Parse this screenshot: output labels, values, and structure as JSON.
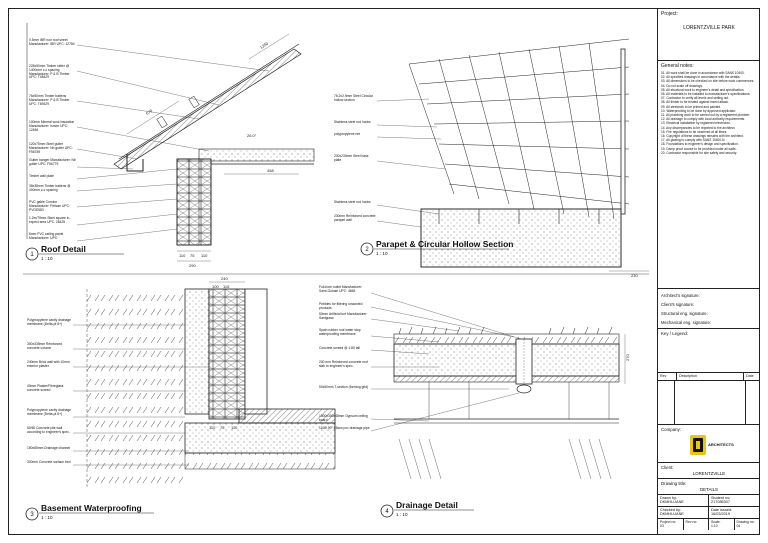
{
  "views": [
    {
      "num": "1",
      "title": "Roof Detail",
      "scale": "1 : 10"
    },
    {
      "num": "2",
      "title": "Parapet & Circular Hollow Section",
      "scale": "1 : 10"
    },
    {
      "num": "3",
      "title": "Basement Waterproofing",
      "scale": "1 : 10"
    },
    {
      "num": "4",
      "title": "Drainage Detail",
      "scale": "1 : 10"
    }
  ],
  "roof_labels": [
    "0.5mm IBR iron roof sheet Manufacturer: IBR UPC: 12784",
    "228x50mm Timber rafter @ 1400mm c-c spacing Manufacturer: P & B Timber UPC: T48429",
    "76x50mm Timber battens Manufacturer: P & B Timber UPC: T69429",
    "100mm Mineral wool insulation Manufacturer: Isover UPC: 12456",
    "120x75mm Steel gutter Manufacturer: Nb gutter UPC: F56789",
    "Gutter hanger Manufacturer: Nb gutter UPC: F56779",
    "Timber wall plate",
    "38x38mm Timber battens @ 400mm c-c spacing",
    "PVC gable Cornice Manufacturer: Pelican UPC: PVGE583",
    "1.2m/75mm Steel square in-expect area UPC: 28425",
    "6mm PVC ceiling panel Manufacturer: UPC:"
  ],
  "roof_dims": [
    "1250",
    "670",
    "26.0°",
    "458",
    "290",
    "110",
    "75",
    "110"
  ],
  "parapet_labels": [
    "76.2x2.9mm Steel Circular hollow section",
    "Stainless steel rod hooks",
    "polypropylene net",
    "230x230mm Steel base plate",
    "Stainless steel rod hooks",
    "230mm Reinforced concrete parapet wall"
  ],
  "parapet_dims": [
    "230"
  ],
  "basement_labels": [
    "Polypropylene cavity drainage membrane (Delta-pt 8+)",
    "300x335mm Reinforced concrete column",
    "240mm Brick wall with 10mm exterior plaster",
    "40mm Plaster/Fibreglass concrete screed",
    "Polypropylene cavity drainage membrane (Delta-pt 8+)",
    "50/60 Concrete pile wall according to engineer's spec.",
    "150x85mm Drainage channel",
    "300mm Concrete surface bed"
  ],
  "basement_dims": [
    "240",
    "100",
    "115",
    "110",
    "75",
    "110"
  ],
  "drain_labels": [
    "Full-bore outlet Manufacturer: Saint-Gobain UPC: 4665",
    "Pebbles for filtering unwanted products",
    "50mm Artificial turf Manufacturer: Sanigrass",
    "Spain rubber roof water stop waterproofing membrane",
    "Concrete screed @ 1:80 fall",
    "200 mm Reinforced concrete roof slab to engineer's spec.",
    "50x50mm T-section (forming grid)",
    "1500x300x48mm Gypsum ceiling board",
    "110Ø 90° Elbow pvc drainage pipe"
  ],
  "drain_dims": [
    "270"
  ],
  "titleblock": {
    "project_label": "Project:",
    "project_name": "LORENTZVILLE PARK",
    "general_notes_label": "General notes:",
    "general_notes": [
      "01. All work shall be done in accordance with SANS 10400.",
      "02. All specified drawings in accordance with the details.",
      "03. All dimensions to be checked on site before work commences.",
      "04. Do not scale off drawings.",
      "05. All structural work to engineer's detail and specification.",
      "06. All materials to be installed to manufacturer's specifications.",
      "07. Contractor to verify all levels and setting out.",
      "08. All timber to be treated against insect attack.",
      "09. All steelwork to be primed and painted.",
      "10. Waterproofing to be done by approved applicator.",
      "11. All plumbing work to be carried out by a registered plumber.",
      "12. All drainage to comply with local authority requirements.",
      "13. Electrical installation by registered electrician.",
      "14. Any discrepancies to be reported to the architect.",
      "15. Fire regulations to be observed at all times.",
      "16. Copyright of these drawings remains with the architect.",
      "17. All glazing to comply with SANS 10400-N.",
      "18. Foundations to engineer's design and specification.",
      "19. Damp proof course to be provided under all walls.",
      "20. Contractor responsible for site safety and security."
    ],
    "architect_signature": "Architect's signature:",
    "clients_signature": "Client's signature:",
    "structural_signature": "Structural eng. signature:",
    "mechanical_signature": "Mechanical eng. signature:",
    "key_legend": "Key / Legend:",
    "rev_header": [
      "Rev",
      "Description",
      "Date"
    ],
    "company_label": "Company:",
    "logo_text": "ARCHITECTS",
    "client_label": "Client:",
    "client_name": "LORENTZVILLE",
    "drawing_title_label": "Drawing title:",
    "drawing_title": "DETAILS",
    "drawn_by_label": "Drawn by:",
    "drawn_by": "DKMHLUANE",
    "student_no_label": "Student no:",
    "student_no": "217085307",
    "checked_by_label": "Checked by:",
    "checked_by": "DKMHLUANE",
    "date_issued_label": "Date issued:",
    "date_issued": "16/03/2019",
    "project_no_label": "Project no:",
    "project_no": "03",
    "rev_no_label": "Rev no:",
    "rev_no": "",
    "scale_label": "Scale:",
    "scale_value": "1:10",
    "drawing_no_label": "Drawing no:",
    "drawing_no": "04"
  }
}
